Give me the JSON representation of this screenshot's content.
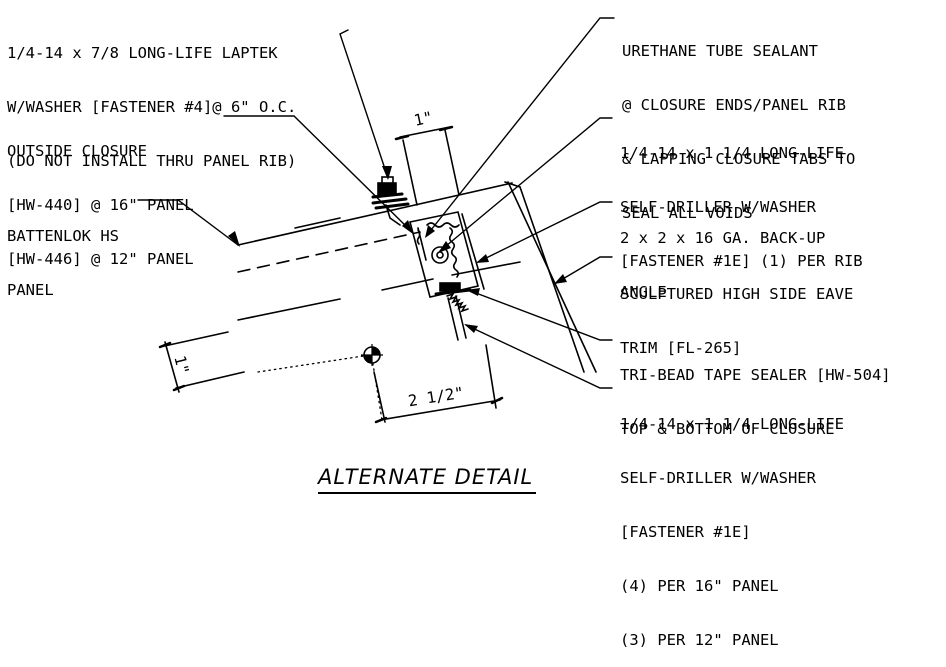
{
  "labels": {
    "laptek_fastener": [
      "1/4-14 x 7/8 LONG-LIFE LAPTEK",
      "W/WASHER [FASTENER #4]@ 6\" O.C.",
      "(DO NOT INSTALL THRU PANEL RIB)"
    ],
    "outside_closure": [
      "OUTSIDE CLOSURE",
      "[HW-440] @ 16\" PANEL",
      "[HW-446] @ 12\" PANEL"
    ],
    "panel": [
      "BATTENLOK HS",
      "PANEL"
    ],
    "urethane_sealant": [
      "URETHANE TUBE SEALANT",
      "@ CLOSURE ENDS/PANEL RIB",
      "& LAPPING CLOSURE TABS TO",
      "SEAL ALL VOIDS"
    ],
    "self_driller_rib": [
      "1/4-14 x 1 1/4 LONG-LIFE",
      "SELF-DRILLER W/WASHER",
      "[FASTENER #1E] (1) PER RIB"
    ],
    "backup_angle": [
      "2 x 2 x 16 GA. BACK-UP",
      "ANGLE"
    ],
    "eave_trim": [
      "SCULPTURED HIGH SIDE EAVE",
      "TRIM [FL-265]"
    ],
    "tape_sealer": [
      "TRI-BEAD TAPE SEALER [HW-504]",
      "TOP & BOTTOM OF CLOSURE"
    ],
    "self_driller_panel": [
      "1/4-14 x 1 1/4 LONG-LIFE",
      "SELF-DRILLER W/WASHER",
      "[FASTENER #1E]",
      "(4) PER 16\" PANEL",
      "(3) PER 12\" PANEL"
    ]
  },
  "dimensions": {
    "top": "1\"",
    "left": "1\"",
    "bottom": "2 1/2\""
  },
  "title": "ALTERNATE DETAIL"
}
